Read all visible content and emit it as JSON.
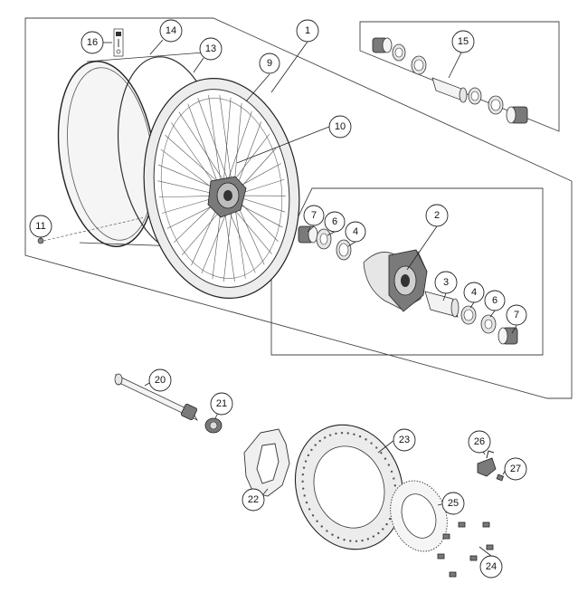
{
  "diagram": {
    "callouts": [
      {
        "id": "c1",
        "label": "1"
      },
      {
        "id": "c2",
        "label": "2"
      },
      {
        "id": "c3",
        "label": "3"
      },
      {
        "id": "c4a",
        "label": "4"
      },
      {
        "id": "c4b",
        "label": "4"
      },
      {
        "id": "c6a",
        "label": "6"
      },
      {
        "id": "c6b",
        "label": "6"
      },
      {
        "id": "c7a",
        "label": "7"
      },
      {
        "id": "c7b",
        "label": "7"
      },
      {
        "id": "c9",
        "label": "9"
      },
      {
        "id": "c10",
        "label": "10"
      },
      {
        "id": "c11",
        "label": "11"
      },
      {
        "id": "c13",
        "label": "13"
      },
      {
        "id": "c14",
        "label": "14"
      },
      {
        "id": "c15",
        "label": "15"
      },
      {
        "id": "c16",
        "label": "16"
      },
      {
        "id": "c20",
        "label": "20"
      },
      {
        "id": "c21",
        "label": "21"
      },
      {
        "id": "c22",
        "label": "22"
      },
      {
        "id": "c23",
        "label": "23"
      },
      {
        "id": "c24",
        "label": "24"
      },
      {
        "id": "c25",
        "label": "25"
      },
      {
        "id": "c26",
        "label": "26"
      },
      {
        "id": "c27",
        "label": "27"
      }
    ],
    "colors": {
      "line": "#222222",
      "part": "#e6e6e6",
      "dark": "#7a7a7a"
    }
  }
}
